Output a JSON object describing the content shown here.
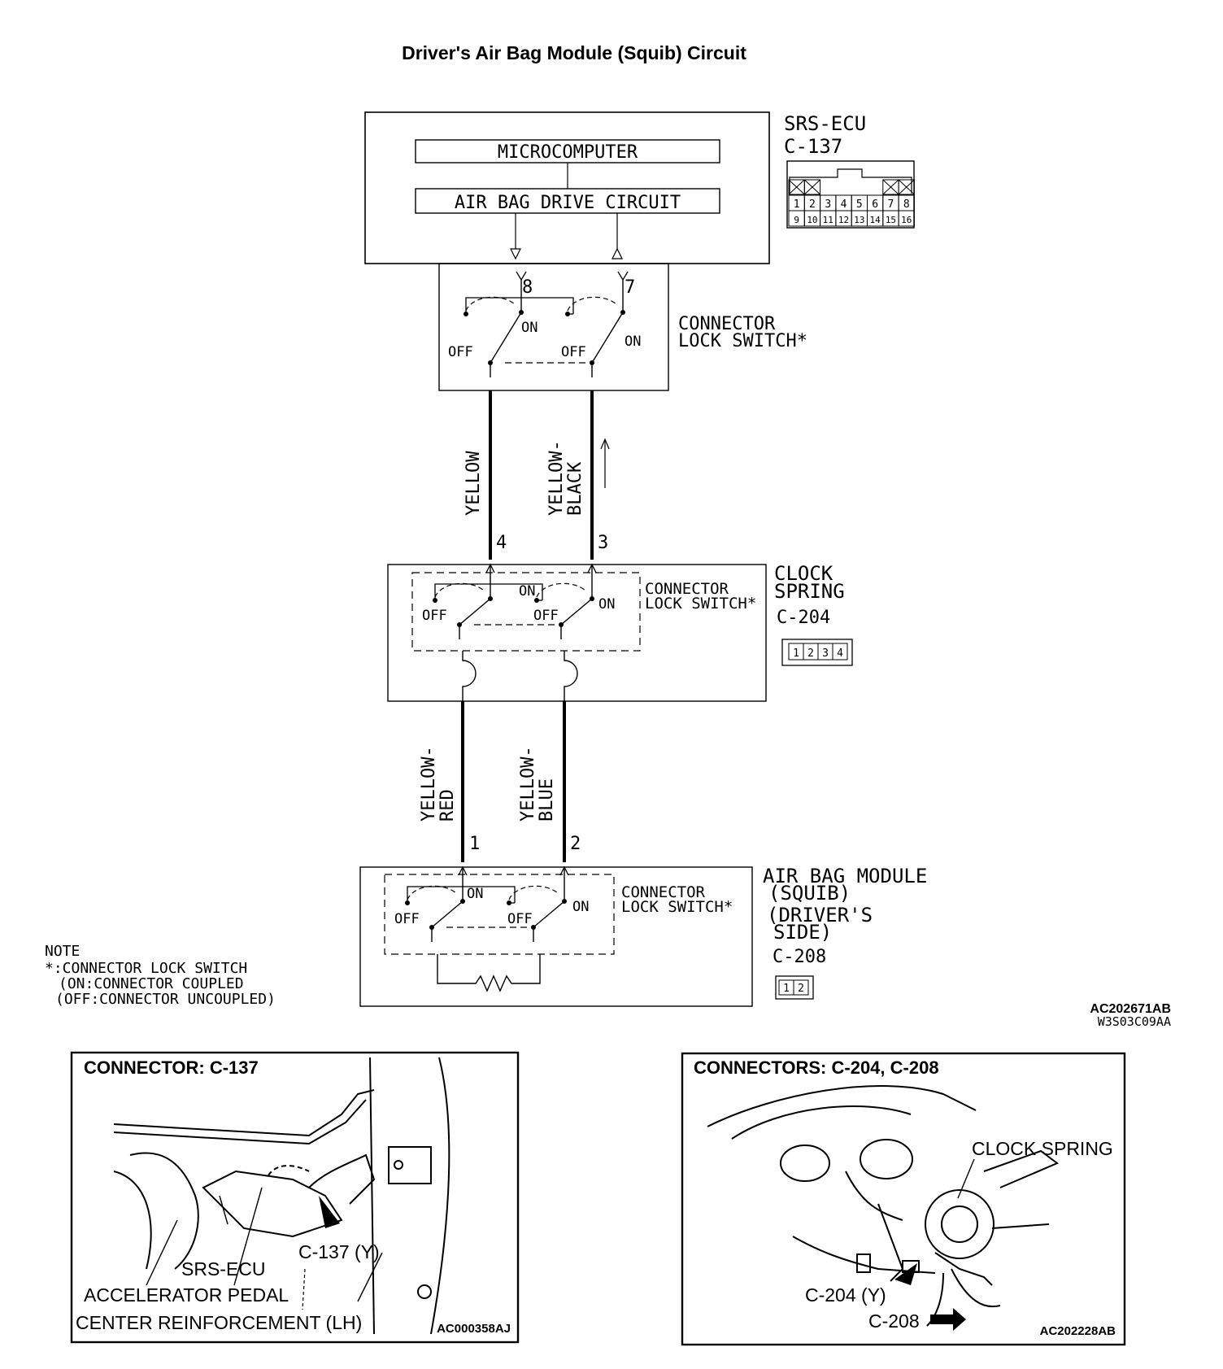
{
  "title": "Driver's Air Bag Module (Squib) Circuit",
  "srs_ecu": {
    "name": "SRS-ECU",
    "connector": "C-137",
    "microcomputer": "MICROCOMPUTER",
    "drive_circuit": "AIR BAG DRIVE CIRCUIT",
    "pins_row1": [
      "1",
      "2",
      "3",
      "4",
      "5",
      "6",
      "7",
      "8"
    ],
    "pins_row2": [
      "9",
      "10",
      "11",
      "12",
      "13",
      "14",
      "15",
      "16"
    ]
  },
  "labels": {
    "connector_lock_switch_line1": "CONNECTOR",
    "connector_lock_switch_line2": "LOCK SWITCH*",
    "on": "ON",
    "off": "OFF"
  },
  "pins": {
    "p8": "8",
    "p7": "7",
    "p4": "4",
    "p3": "3",
    "p1": "1",
    "p2": "2"
  },
  "wires": {
    "yellow": "YELLOW",
    "yellow_black_1": "YELLOW-",
    "yellow_black_2": "BLACK",
    "yellow_red_1": "YELLOW-",
    "yellow_red_2": "RED",
    "yellow_blue_1": "YELLOW-",
    "yellow_blue_2": "BLUE"
  },
  "clock_spring": {
    "line1": "CLOCK",
    "line2": "SPRING",
    "connector": "C-204",
    "pins": [
      "1",
      "2",
      "3",
      "4"
    ]
  },
  "airbag_module": {
    "line1": "AIR BAG MODULE",
    "line2": "(SQUIB)",
    "line3": "(DRIVER'S",
    "line4": "SIDE)",
    "connector": "C-208",
    "pins": [
      "1",
      "2"
    ]
  },
  "note": {
    "line1": "NOTE",
    "line2": "*:CONNECTOR LOCK SWITCH",
    "line3": "(ON:CONNECTOR COUPLED",
    "line4": "(OFF:CONNECTOR UNCOUPLED)"
  },
  "codes": {
    "main1": "AC202671AB",
    "main2": "W3S03C09AA"
  },
  "inset_left": {
    "title": "CONNECTOR: C-137",
    "c137": "C-137 (Y)",
    "srs_ecu": "SRS-ECU",
    "pedal": "ACCELERATOR PEDAL",
    "reinforcement": "CENTER REINFORCEMENT (LH)",
    "code": "AC000358AJ"
  },
  "inset_right": {
    "title": "CONNECTORS: C-204, C-208",
    "clock_spring": "CLOCK SPRING",
    "c204": "C-204 (Y)",
    "c208": "C-208",
    "code": "AC202228AB"
  }
}
